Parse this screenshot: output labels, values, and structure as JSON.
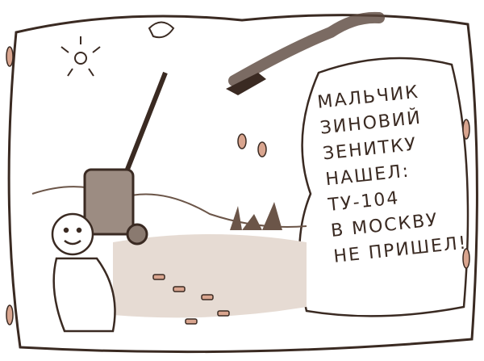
{
  "caption": {
    "lines": [
      "МАЛЬЧИК",
      "ЗИНОВИЙ",
      "ЗЕНИТКУ",
      "НАШЕЛ:",
      "ТУ-104",
      "В МОСКВУ",
      "НЕ ПРИШЕЛ!"
    ]
  },
  "colors": {
    "ink": "#3a2a22",
    "paper": "#ffffff",
    "wash": "#c9b8ac",
    "bullet": "#d9a58f"
  }
}
